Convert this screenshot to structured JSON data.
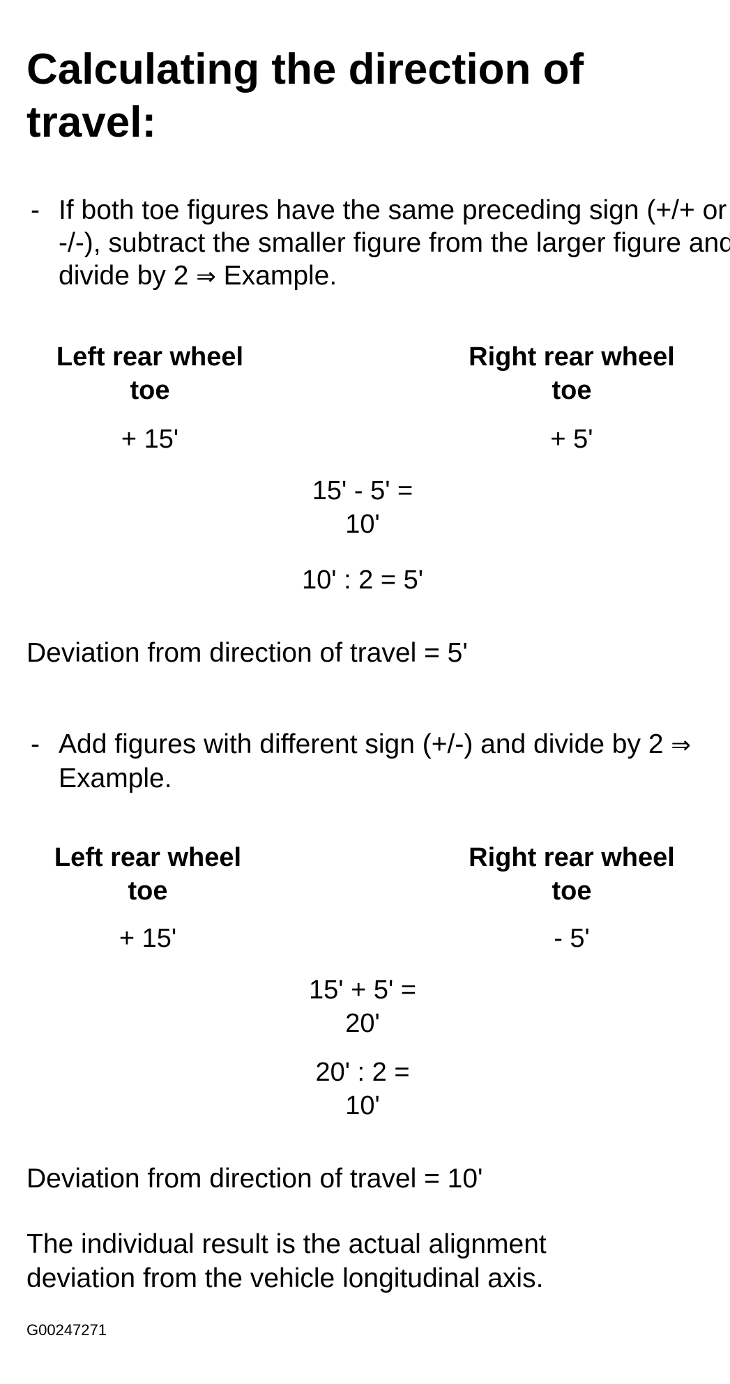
{
  "title": "Calculating the direction of travel:",
  "bullet_marker": "-",
  "section1": {
    "bullet_text": "If both toe figures have the same preceding sign (+/+ or -/-), subtract the smaller figure from the larger figure and divide by 2",
    "arrow": "⇒",
    "example_label": "Example.",
    "left_header": [
      "Left rear wheel",
      "toe"
    ],
    "right_header": [
      "Right rear wheel",
      "toe"
    ],
    "left_value": "+ 15'",
    "right_value": "+ 5'",
    "calc_line1": [
      "15' - 5' =",
      "10'"
    ],
    "calc_line2": [
      "10' : 2 = 5'"
    ],
    "result": "Deviation from direction of travel = 5'"
  },
  "section2": {
    "bullet_text": "Add figures with different sign (+/-) and divide by 2",
    "arrow": "⇒",
    "example_label": "Example.",
    "left_header": [
      "Left rear wheel",
      "toe"
    ],
    "right_header": [
      "Right rear wheel",
      "toe"
    ],
    "left_value": "+ 15'",
    "right_value": "- 5'",
    "calc_line1": [
      "15' + 5' =",
      "20'"
    ],
    "calc_line2": [
      "20' : 2 =",
      "10'"
    ],
    "result": "Deviation from direction of travel = 10'"
  },
  "conclusion": [
    "The individual result is the actual alignment",
    "deviation from the vehicle longitudinal axis."
  ],
  "figure_code": "G00247271"
}
